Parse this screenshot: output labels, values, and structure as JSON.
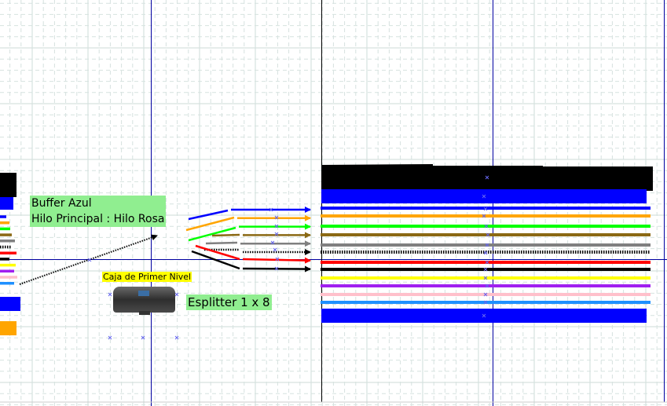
{
  "labels": {
    "buffer_line1": "Buffer Azul",
    "buffer_line2": "Hilo Principal : Hilo Rosa",
    "caja": "Caja de Primer Nivel",
    "splitter": "Esplitter 1 x 8"
  },
  "colors": {
    "guide_blue": "#0000a0",
    "grid": "#d6e2df",
    "label_bg": "#90ee90",
    "caja_label_bg": "#ffff00"
  },
  "fibers": [
    {
      "color": "#0000ff"
    },
    {
      "color": "#ffa500"
    },
    {
      "color": "#00ff00"
    },
    {
      "color": "#8b6914"
    },
    {
      "color": "#808080"
    },
    {
      "color": "#000000",
      "dotted": true
    },
    {
      "color": "#ff0000"
    },
    {
      "color": "#000000"
    },
    {
      "color": "#ffff00"
    },
    {
      "color": "#a020f0"
    },
    {
      "color": "#ffc0cb"
    },
    {
      "color": "#1e90ff"
    }
  ],
  "splitter_outputs": [
    "#0000ff",
    "#ffa500",
    "#00ff00",
    "#8b6914",
    "#808080",
    "#000000",
    "#ff0000",
    "#000000"
  ]
}
